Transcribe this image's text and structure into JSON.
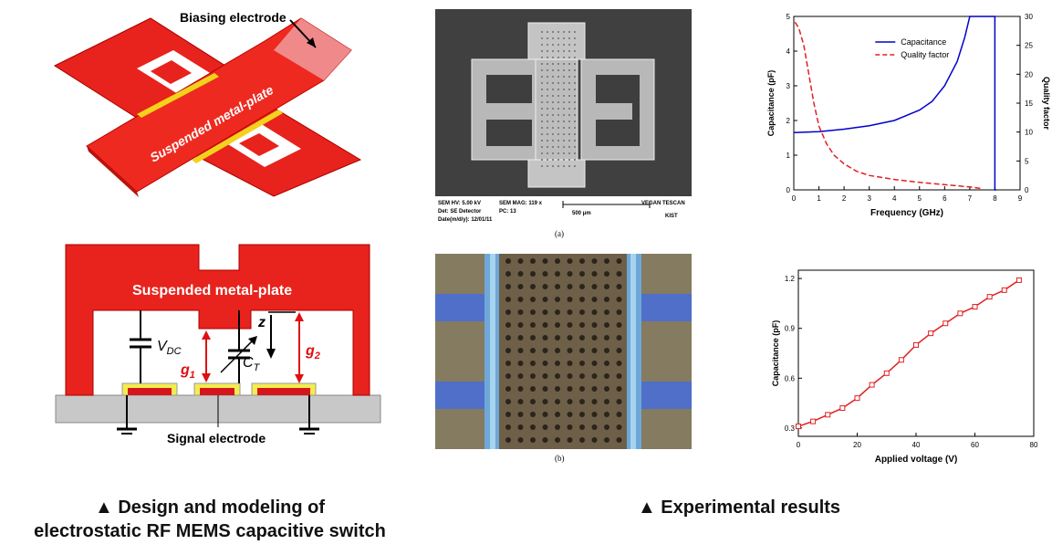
{
  "design": {
    "iso_label_biasing": "Biasing electrode",
    "iso_label_plate": "Suspended metal-plate",
    "cs_label_plate": "Suspended metal-plate",
    "cs_label_signal": "Signal electrode",
    "vdc_main": "V",
    "vdc_sub": "DC",
    "ct_main": "C",
    "ct_sub": "T",
    "g1_main": "g",
    "g1_sub": "1",
    "g2_main": "g",
    "g2_sub": "2",
    "z": "z",
    "caption_line1": "▲ Design and modeling of",
    "caption_line2": "electrostatic RF MEMS capacitive switch"
  },
  "sem": {
    "row1": [
      "SEM HV: 5.00 kV",
      "SEM MAG: 119 x",
      "",
      "VEGAN TESCAN"
    ],
    "row2": [
      "Det: SE Detector",
      "PC: 13",
      "500 μm",
      "KIST"
    ],
    "row3": [
      "Date(m/d/y): 12/01/11"
    ],
    "label_a": "(a)",
    "label_b": "(b)"
  },
  "results": {
    "caption": "▲ Experimental results"
  },
  "chart_data": [
    {
      "type": "line",
      "xlabel": "Frequency (GHz)",
      "ylabel": "Capacitance (pF)",
      "y2label": "Quality factor",
      "xlim": [
        0,
        9
      ],
      "ylim": [
        0,
        5
      ],
      "y2lim": [
        0,
        30
      ],
      "xticks": [
        "0",
        "1",
        "2",
        "3",
        "4",
        "5",
        "6",
        "7",
        "8",
        "9"
      ],
      "yticks": [
        "0",
        "1",
        "2",
        "3",
        "4",
        "5"
      ],
      "y2ticks": [
        "0",
        "5",
        "10",
        "15",
        "20",
        "25",
        "30"
      ],
      "legend": "top-right",
      "series": [
        {
          "name": "Capacitance",
          "axis": "left",
          "color": "#0000cc",
          "dash": "solid",
          "x": [
            0,
            1,
            2,
            3,
            4,
            5,
            5.5,
            6,
            6.5,
            6.8,
            7,
            8,
            8,
            8.05
          ],
          "y": [
            1.65,
            1.68,
            1.75,
            1.85,
            2.0,
            2.3,
            2.55,
            3.0,
            3.7,
            4.4,
            5.0,
            5.0,
            0,
            0
          ]
        },
        {
          "name": "Quality factor",
          "axis": "right",
          "color": "#e02020",
          "dash": "dashed",
          "x": [
            0.05,
            0.2,
            0.4,
            0.6,
            0.8,
            1.0,
            1.3,
            1.6,
            2.0,
            2.5,
            3.0,
            4.0,
            5.0,
            6.0,
            7.0,
            7.5
          ],
          "y": [
            29,
            28,
            25,
            20,
            15,
            11,
            8,
            6,
            4.5,
            3.2,
            2.5,
            1.8,
            1.3,
            0.9,
            0.5,
            0.2
          ]
        }
      ]
    },
    {
      "type": "line",
      "xlabel": "Applied voltage (V)",
      "ylabel": "Capacitance (pF)",
      "xlim": [
        0,
        80
      ],
      "ylim": [
        0.25,
        1.25
      ],
      "xticks": [
        "0",
        "20",
        "40",
        "60",
        "80"
      ],
      "yticks": [
        "0.3",
        "0.6",
        "0.9",
        "1.2"
      ],
      "series": [
        {
          "color": "#e02020",
          "marker": "square",
          "x": [
            0,
            5,
            10,
            15,
            20,
            25,
            30,
            35,
            40,
            45,
            50,
            55,
            60,
            65,
            70,
            75
          ],
          "y": [
            0.31,
            0.34,
            0.38,
            0.42,
            0.48,
            0.56,
            0.63,
            0.71,
            0.8,
            0.87,
            0.93,
            0.99,
            1.03,
            1.09,
            1.13,
            1.19
          ]
        }
      ]
    }
  ]
}
